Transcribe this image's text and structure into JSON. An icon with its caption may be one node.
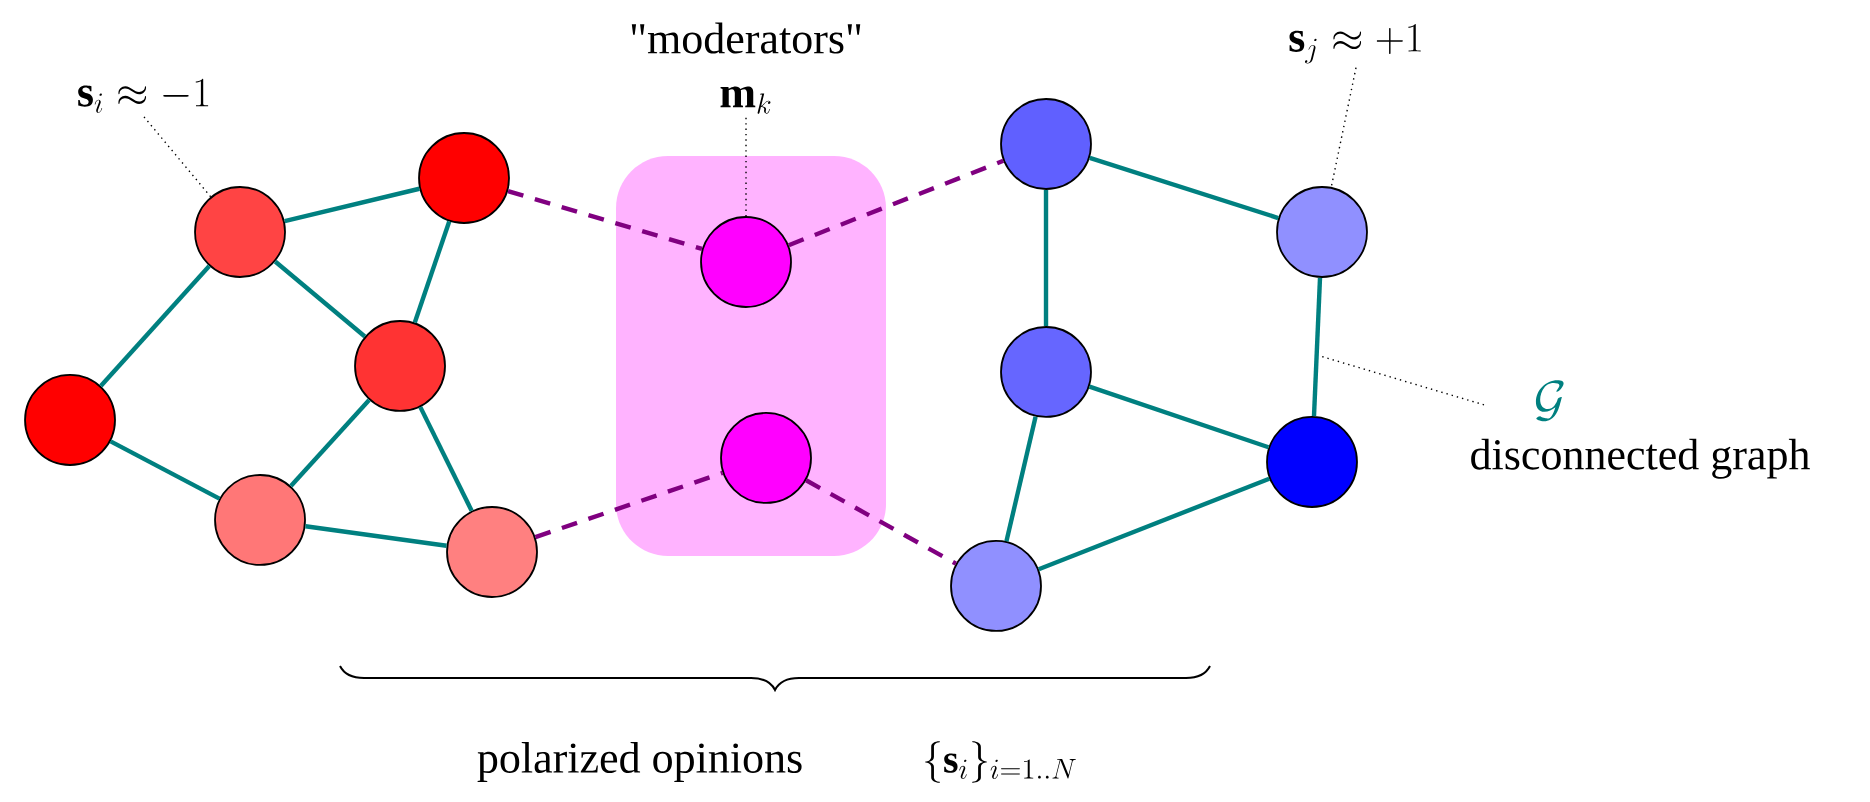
{
  "diagram": {
    "nodes": [
      {
        "text": [],
        "shape": "circle"
      },
      {
        "text": [],
        "shape": "circle"
      },
      {
        "text": [],
        "shape": "circle"
      },
      {
        "text": [],
        "shape": "circle"
      },
      {
        "text": [],
        "shape": "circle"
      },
      {
        "text": [],
        "shape": "circle"
      },
      {
        "text": [],
        "shape": "box"
      },
      {
        "text": [],
        "shape": "circle",
        "in": 6
      },
      {
        "text": [],
        "shape": "circle",
        "in": 6
      },
      {
        "text": [],
        "shape": "circle"
      },
      {
        "text": [],
        "shape": "circle"
      },
      {
        "text": [],
        "shape": "circle"
      },
      {
        "text": [],
        "shape": "circle"
      },
      {
        "text": [],
        "shape": "circle"
      },
      {
        "text": [
          "\\mathbf{s}_i \\approx -1"
        ]
      },
      {
        "text": [
          "\"moderators\"",
          "\\mathbf{m}_k"
        ]
      },
      {
        "text": [
          "\\mathbf{s}_j \\approx +1"
        ]
      },
      {
        "text": [
          "\\mathcal{G}",
          "disconnected graph"
        ]
      }
    ],
    "edges": [
      {
        "from": 0,
        "to": 1,
        "arrow": "none"
      },
      {
        "from": 0,
        "to": 3,
        "arrow": "none"
      },
      {
        "from": 0,
        "to": 2,
        "arrow": "none"
      },
      {
        "from": 1,
        "to": 2,
        "arrow": "none"
      },
      {
        "from": 2,
        "to": 4,
        "arrow": "none"
      },
      {
        "from": 2,
        "to": 5,
        "arrow": "none"
      },
      {
        "from": 3,
        "to": 4,
        "arrow": "none"
      },
      {
        "from": 4,
        "to": 5,
        "arrow": "none"
      },
      {
        "from": 1,
        "to": 7,
        "arrow": "none",
        "style": "dashed",
        "color": "#800080"
      },
      {
        "from": 7,
        "to": 9,
        "arrow": "none",
        "style": "dashed",
        "color": "#800080"
      },
      {
        "from": 5,
        "to": 8,
        "arrow": "none",
        "style": "dashed",
        "color": "#800080"
      },
      {
        "from": 8,
        "to": 13,
        "arrow": "none",
        "style": "dashed",
        "color": "#800080"
      },
      {
        "from": 9,
        "to": 10,
        "arrow": "none"
      },
      {
        "from": 9,
        "to": 11,
        "arrow": "none"
      },
      {
        "from": 10,
        "to": 12,
        "arrow": "none"
      },
      {
        "from": 11,
        "to": 12,
        "arrow": "none"
      },
      {
        "from": 11,
        "to": 13,
        "arrow": "none"
      },
      {
        "from": 13,
        "to": 12,
        "arrow": "none"
      },
      {
        "from": 14,
        "to": 0,
        "arrow": "none",
        "style": "dashed",
        "color": "#000000"
      },
      {
        "from": 15,
        "to": 7,
        "arrow": "none",
        "style": "dashed",
        "color": "#000000"
      },
      {
        "from": 16,
        "to": 10,
        "arrow": "none",
        "style": "dashed",
        "color": "#000000"
      },
      {
        "from": 17,
        "to": null,
        "arrow": "none",
        "style": "dashed",
        "color": "#000000"
      }
    ],
    "labels": [
      "polarized opinions",
      "\\{\\mathbf{s}_i\\}_{i=1..N}"
    ]
  }
}
